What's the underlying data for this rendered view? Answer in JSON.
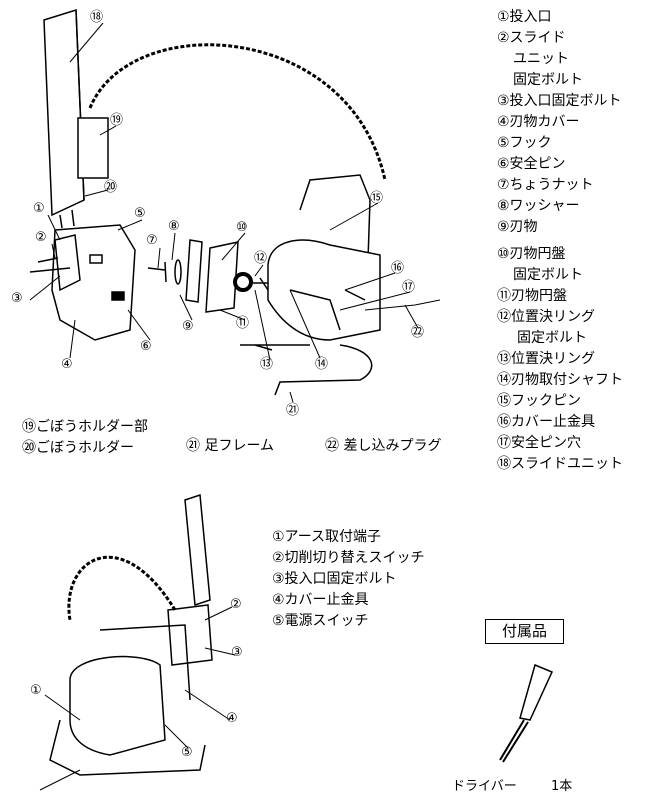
{
  "parts_list_main": [
    "①投入口",
    "②スライド",
    "ユニット",
    "固定ボルト",
    "③投入口固定ボルト",
    "④刃物カバー",
    "⑤フック",
    "⑥安全ピン",
    "⑦ちょうナット",
    "⑧ワッシャー",
    "⑨刃物",
    "⑩刃物円盤",
    "固定ボルト",
    "⑪刃物円盤",
    "⑫位置決リング",
    "固定ボルト",
    "⑬位置決リング",
    "⑭刃物取付シャフト",
    "⑮フックピン",
    "⑯カバー止金具",
    "⑰安全ピン穴",
    "⑱スライドユニット"
  ],
  "legend_bottom": {
    "item19": "⑲ごぼうホルダー部",
    "item20": "⑳ごぼうホルダー",
    "item21": "㉑ 足フレーム",
    "item22": "㉒ 差し込みプラグ"
  },
  "parts_list_rear": [
    "①アース取付端子",
    "②切削切り替えスイッチ",
    "③投入口固定ボルト",
    "④カバー止金具",
    "⑤電源スイッチ"
  ],
  "accessory": {
    "heading": "付属品",
    "item": "ドライバー",
    "qty": "1本"
  },
  "callouts_top": {
    "c18": "⑱",
    "c19": "⑲",
    "c20": "⑳",
    "c1": "①",
    "c5": "⑤",
    "c2": "②",
    "c8": "⑧",
    "c10": "⑩",
    "c7": "⑦",
    "c3": "③",
    "c12": "⑫",
    "c9": "⑨",
    "c11": "⑪",
    "c6": "⑥",
    "c4": "④",
    "c13": "⑬",
    "c14": "⑭",
    "c15": "⑮",
    "c16": "⑯",
    "c17": "⑰",
    "c22": "㉒",
    "c21": "㉑"
  },
  "callouts_rear": {
    "c1": "①",
    "c2": "②",
    "c3": "③",
    "c4": "④",
    "c5": "⑤"
  }
}
